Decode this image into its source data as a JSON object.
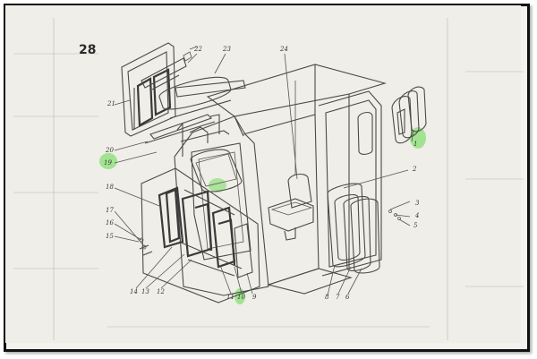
{
  "figure": {
    "number": "28"
  },
  "labels": {
    "l1": "1",
    "l2": "2",
    "l3": "3",
    "l4": "4",
    "l5": "5",
    "l6": "6",
    "l7": "7",
    "l8": "8",
    "l9": "9",
    "l10": "10",
    "l11": "11",
    "l12": "12",
    "l13": "13",
    "l14": "14",
    "l15": "15",
    "l16": "16",
    "l17": "17",
    "l18": "18",
    "l19": "19",
    "l20": "20",
    "l21": "21",
    "l22": "22",
    "l23": "23",
    "l24": "24"
  },
  "highlight": {
    "color": "#8ee07a"
  }
}
